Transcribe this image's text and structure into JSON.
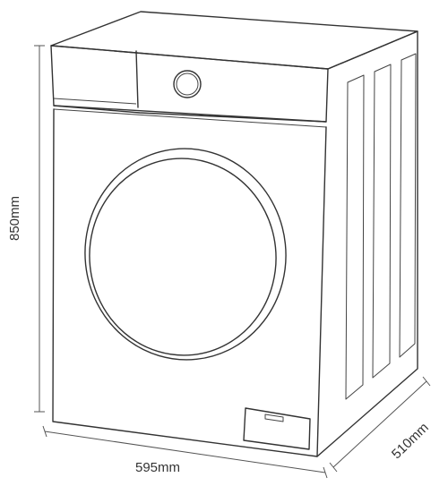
{
  "dimensions": {
    "height": "850mm",
    "width": "595mm",
    "depth": "510mm"
  },
  "colors": {
    "line": "#333333",
    "background": "#ffffff"
  }
}
